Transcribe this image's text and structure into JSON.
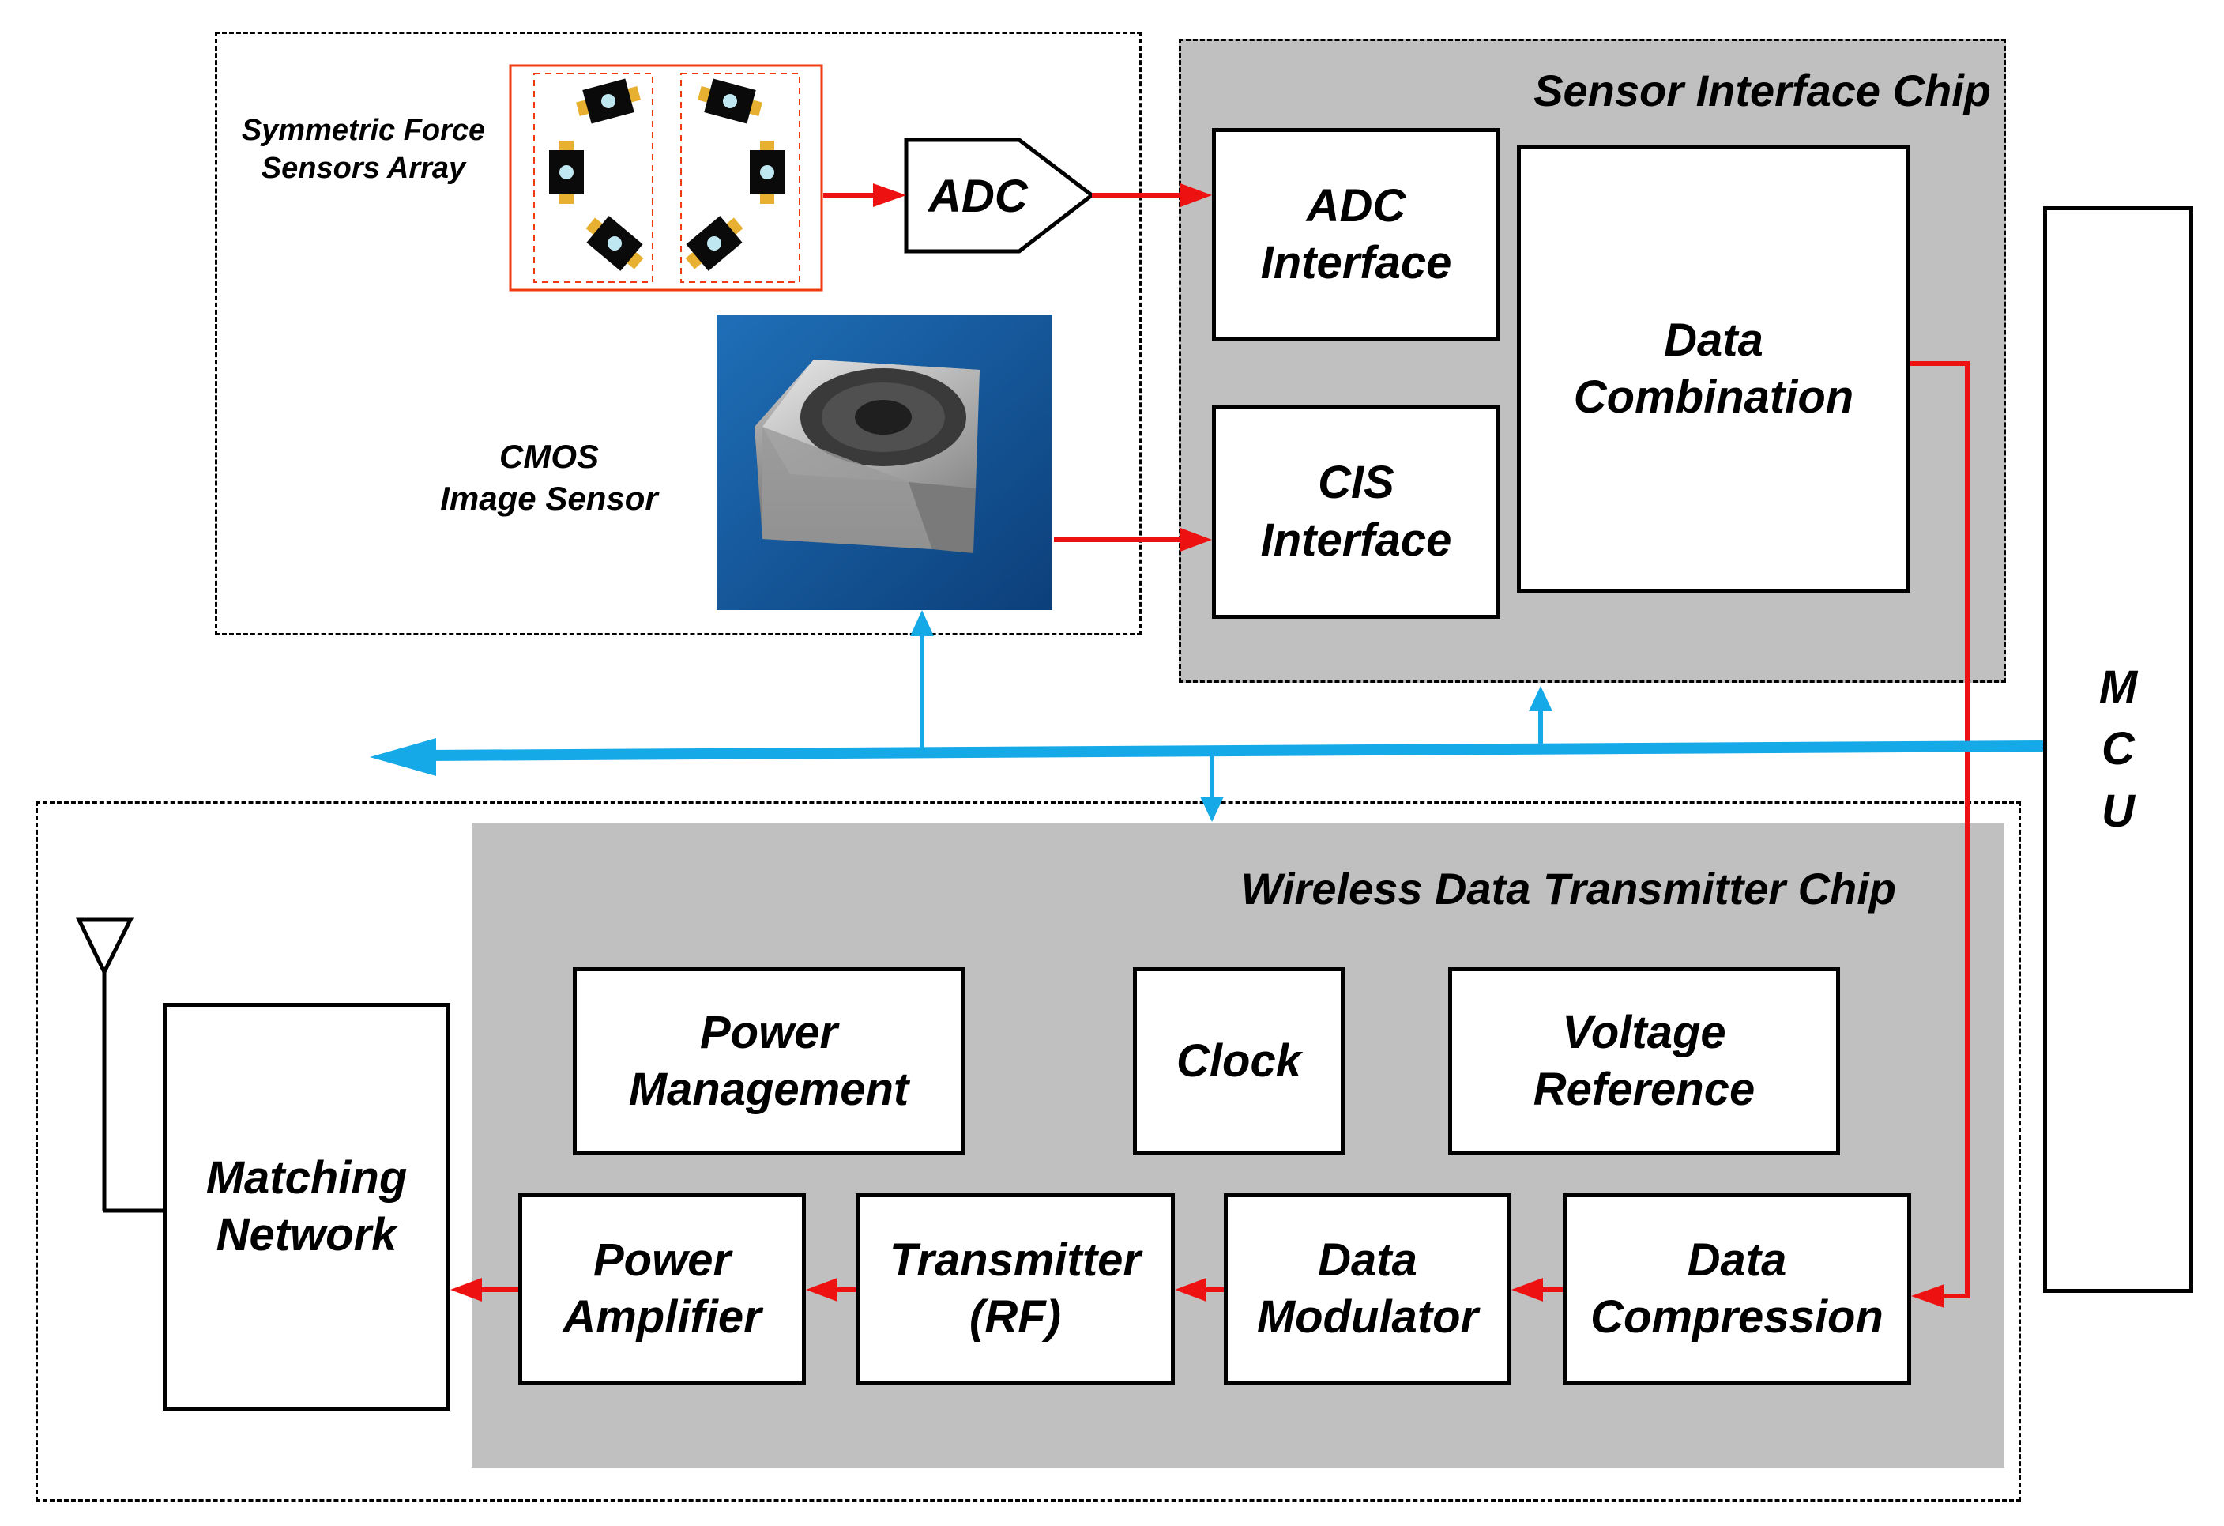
{
  "colors": {
    "signal": "#ee1111",
    "bus": "#16a9e8",
    "chip_fill": "#c0c0c0",
    "box_stroke": "#000000",
    "sensor_border": "#f03a10",
    "pad": "#e8b030"
  },
  "sensors": {
    "force_array_label_line1": "Symmetric Force",
    "force_array_label_line2": "Sensors Array",
    "cmos_label_line1": "CMOS",
    "cmos_label_line2": "Image Sensor",
    "adc_label": "ADC"
  },
  "sensor_chip": {
    "title": "Sensor Interface Chip",
    "adc_interface_line1": "ADC",
    "adc_interface_line2": "Interface",
    "cis_interface_line1": "CIS",
    "cis_interface_line2": "Interface",
    "data_combination_line1": "Data",
    "data_combination_line2": "Combination"
  },
  "mcu": {
    "letter1": "M",
    "letter2": "C",
    "letter3": "U"
  },
  "tx_chip": {
    "title": "Wireless Data Transmitter Chip",
    "power_management_line1": "Power",
    "power_management_line2": "Management",
    "clock": "Clock",
    "voltage_reference_line1": "Voltage",
    "voltage_reference_line2": "Reference",
    "power_amplifier_line1": "Power",
    "power_amplifier_line2": "Amplifier",
    "transmitter_line1": "Transmitter",
    "transmitter_line2": "(RF)",
    "data_modulator_line1": "Data",
    "data_modulator_line2": "Modulator",
    "data_compression_line1": "Data",
    "data_compression_line2": "Compression"
  },
  "matching_network": {
    "line1": "Matching",
    "line2": "Network"
  }
}
